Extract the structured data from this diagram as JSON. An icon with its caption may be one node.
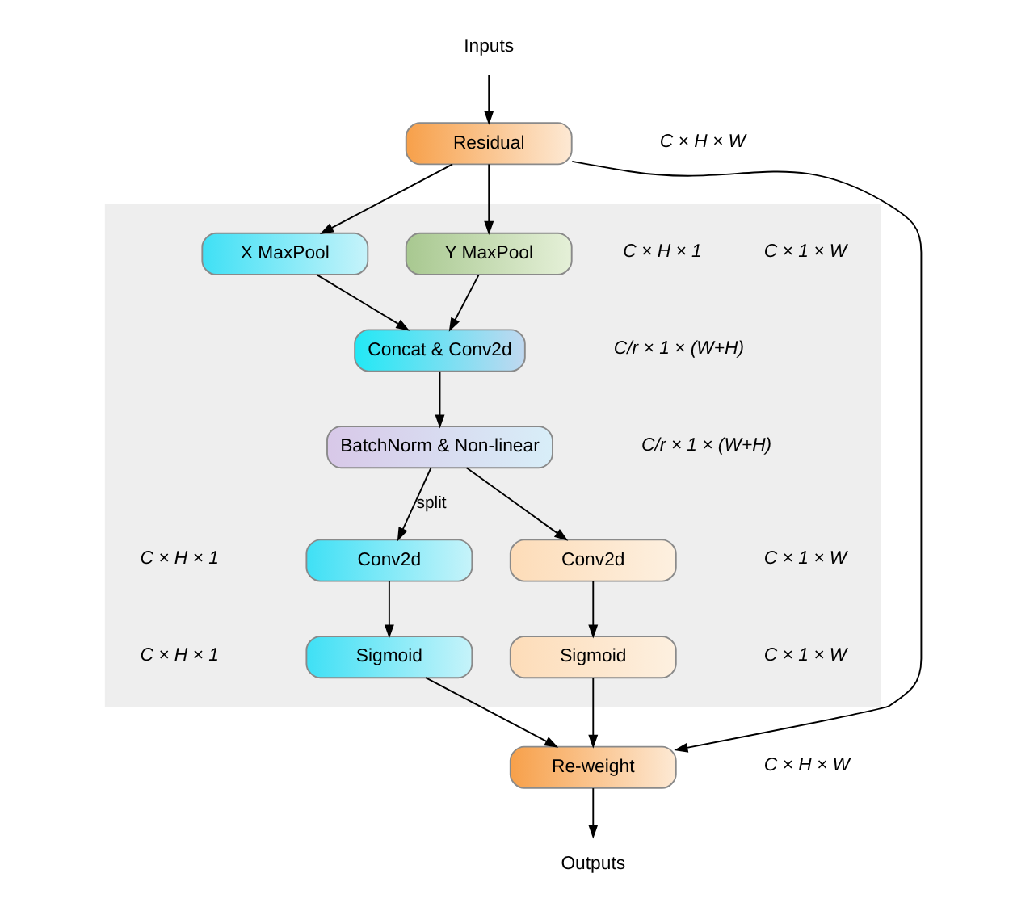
{
  "diagram": {
    "nodes": [
      {
        "text": [
          "Inputs"
        ]
      },
      {
        "text": [
          "Residual"
        ]
      },
      {
        "text": [],
        "shape": "box"
      },
      {
        "text": [
          "X MaxPool"
        ],
        "in": 2
      },
      {
        "text": [
          "Y MaxPool"
        ],
        "in": 2
      },
      {
        "text": [
          "Concat & Conv2d"
        ],
        "in": 2
      },
      {
        "text": [
          "BatchNorm & Non-linear"
        ],
        "in": 2
      },
      {
        "text": [
          "Conv2d"
        ],
        "in": 2
      },
      {
        "text": [
          "Conv2d"
        ],
        "in": 2
      },
      {
        "text": [
          "Sigmoid"
        ],
        "in": 2
      },
      {
        "text": [
          "Sigmoid"
        ],
        "in": 2
      },
      {
        "text": [
          "Re-weight"
        ]
      },
      {
        "text": [
          "Outputs"
        ]
      }
    ],
    "edges": [
      {
        "from": 0,
        "to": 1,
        "arrow": "to"
      },
      {
        "from": 1,
        "to": 3,
        "arrow": "to"
      },
      {
        "from": 1,
        "to": 4,
        "arrow": "to"
      },
      {
        "from": 1,
        "to": 11,
        "arrow": "to"
      },
      {
        "from": 3,
        "to": 5,
        "arrow": "to"
      },
      {
        "from": 4,
        "to": 5,
        "arrow": "to"
      },
      {
        "from": 5,
        "to": 6,
        "arrow": "to"
      },
      {
        "from": 6,
        "to": 7,
        "arrow": "to",
        "label": "split"
      },
      {
        "from": 6,
        "to": 8,
        "arrow": "to"
      },
      {
        "from": 7,
        "to": 9,
        "arrow": "to"
      },
      {
        "from": 8,
        "to": 10,
        "arrow": "to"
      },
      {
        "from": 9,
        "to": 11,
        "arrow": "to"
      },
      {
        "from": 10,
        "to": 11,
        "arrow": "to"
      },
      {
        "from": 11,
        "to": 12,
        "arrow": "to"
      }
    ],
    "labels": [
      "C × H × W",
      "C × H × 1",
      "C × 1 × W",
      "C/r × 1 × (W+H)",
      "C/r × 1 × (W+H)",
      "C × H × 1",
      "C × 1 × W",
      "C × H × 1",
      "C × 1 × W",
      "C × H × W"
    ]
  }
}
